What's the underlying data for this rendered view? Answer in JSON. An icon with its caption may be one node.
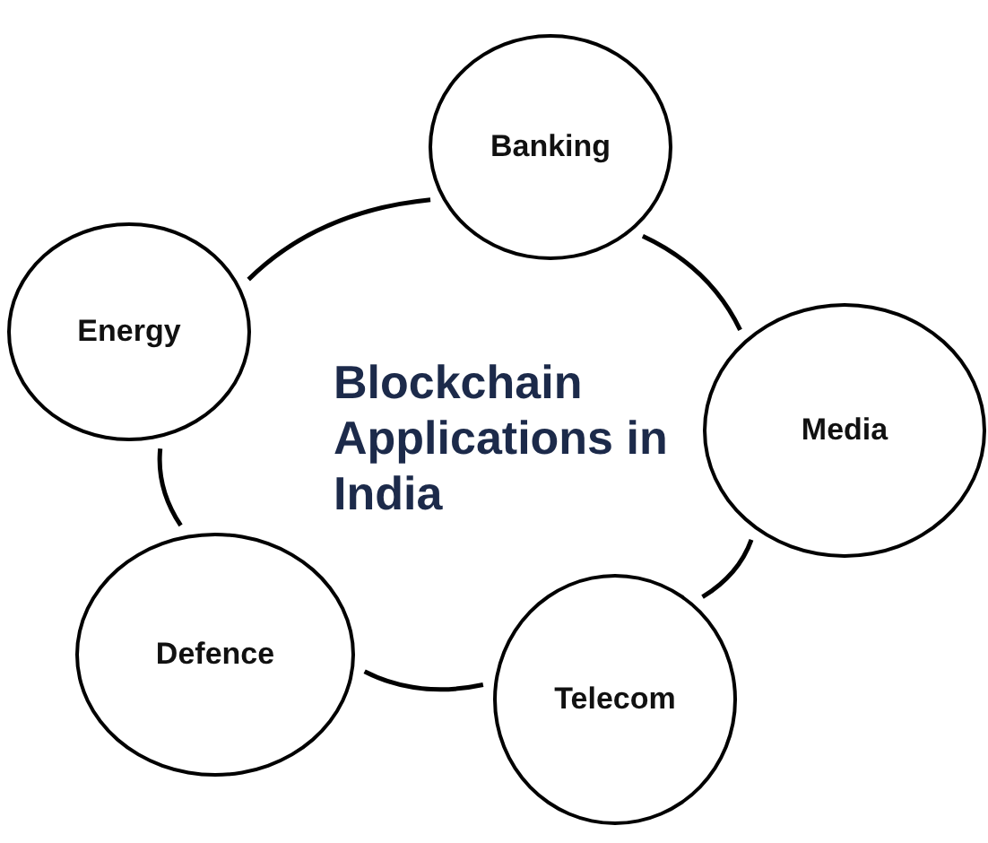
{
  "diagram": {
    "title": "Blockchain Applications in India",
    "nodes": [
      {
        "text": [
          "Banking"
        ]
      },
      {
        "text": [
          "Media"
        ]
      },
      {
        "text": [
          "Telecom"
        ]
      },
      {
        "text": [
          "Defence"
        ]
      },
      {
        "text": [
          "Energy"
        ]
      }
    ],
    "edges": [
      {
        "from": 0,
        "to": 1,
        "arrow": "none"
      },
      {
        "from": 1,
        "to": 2,
        "arrow": "none"
      },
      {
        "from": 2,
        "to": 3,
        "arrow": "none"
      },
      {
        "from": 3,
        "to": 4,
        "arrow": "none"
      },
      {
        "from": 4,
        "to": 0,
        "arrow": "none"
      }
    ]
  }
}
